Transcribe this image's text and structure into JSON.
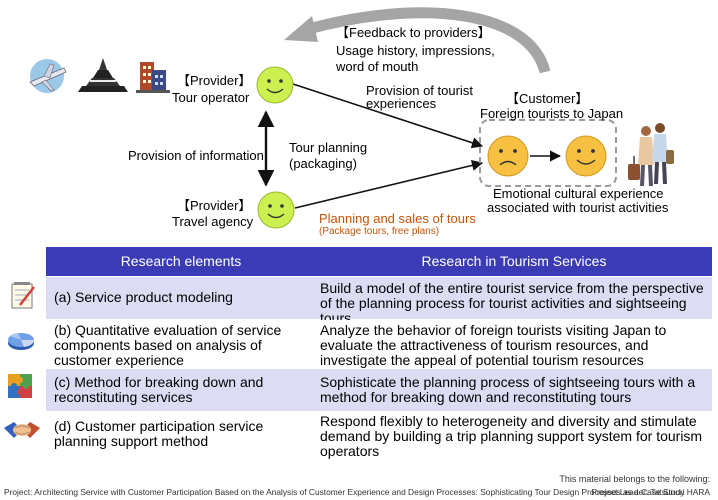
{
  "feedback": {
    "title": "【Feedback to providers】",
    "line1": "Usage history, impressions,",
    "line2": "word of mouth"
  },
  "tour_operator": {
    "tag": "【Provider】",
    "name": "Tour operator"
  },
  "travel_agency": {
    "tag": "【Provider】",
    "name": "Travel agency"
  },
  "customer": {
    "tag": "【Customer】",
    "name": "Foreign tourists to Japan"
  },
  "labels": {
    "provision_experiences_1": "Provision of tourist",
    "provision_experiences_2": "experiences",
    "provision_information": "Provision of information",
    "tour_planning_1": "Tour planning",
    "tour_planning_2": "(packaging)",
    "emotional_1": "Emotional cultural experience",
    "emotional_2": "associated with tourist activities",
    "planning_sales": "Planning and sales of tours",
    "planning_sales_sub": "(Package tours, free plans)"
  },
  "table": {
    "header_left": "Research elements",
    "header_right": "Research in Tourism Services",
    "rows": [
      {
        "icon": "notepad-icon",
        "left": "(a) Service product modeling",
        "right": "Build a model of the entire tourist service from the perspective of the planning process for tourist activities and sightseeing tours"
      },
      {
        "icon": "pie-chart-icon",
        "left": "(b) Quantitative evaluation of service components based on analysis of customer experience",
        "right": "Analyze the behavior of foreign tourists visiting Japan to evaluate the attractiveness of tourism resources, and investigate the appeal of potential tourism resources"
      },
      {
        "icon": "puzzle-icon",
        "left": "(c) Method for breaking down and reconstituting services",
        "right": "Sophisticate the planning process of sightseeing tours with a method for breaking down and reconstituting tours"
      },
      {
        "icon": "handshake-icon",
        "left": "(d) Customer participation service planning support method",
        "right": "Respond flexibly to heterogeneity and diversity and stimulate demand by building a trip planning support system for tourism operators"
      }
    ]
  },
  "footer": {
    "line1": "This material belongs to the following:",
    "project": "Project: Architecting Service with Customer Participation Based on the Analysis of Customer Experience and Design Processes: Sophisticating Tour Design Processes as a Case Study",
    "leader": "Project Leader: Tatsunori HARA"
  },
  "colors": {
    "smiley_green": "#ccf050",
    "smiley_orange": "#f8c040",
    "table_header": "#3b3bb5",
    "row_shade": "#dcdcf5",
    "accent_orange": "#c0560c"
  }
}
